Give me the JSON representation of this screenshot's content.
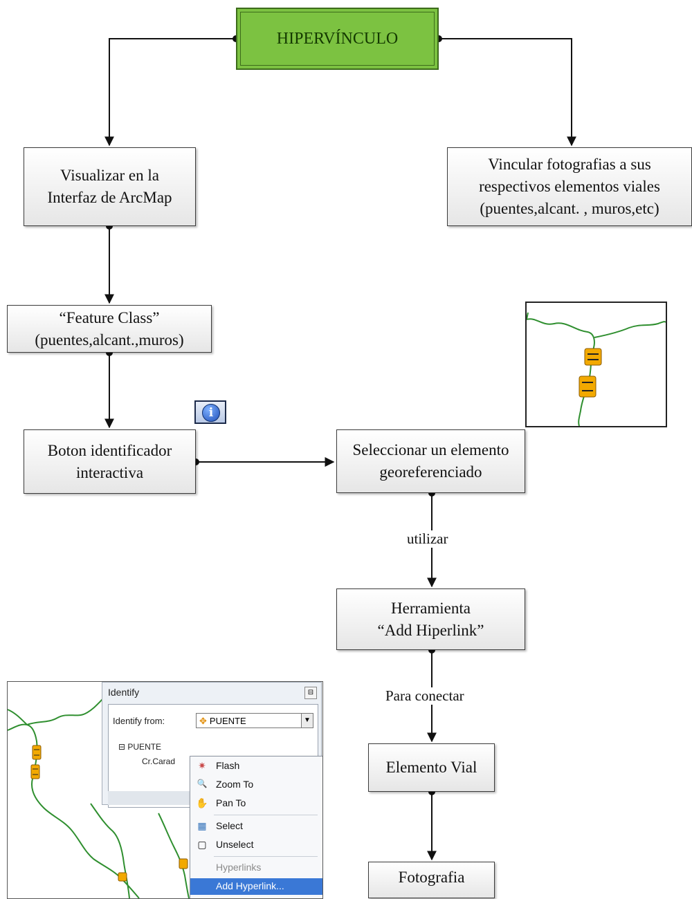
{
  "nodes": {
    "root": "HIPERVÍNCULO",
    "visualize": "Visualizar en la\nInterfaz de ArcMap",
    "link_photos": "Vincular fotografias a sus\nrespectivos elementos viales\n(puentes,alcant. , muros,etc)",
    "feature_class": "“Feature Class”\n(puentes,alcant.,muros)",
    "identify_button": "Boton identificador\ninteractiva",
    "select_element": "Seleccionar un elemento\ngeoreferenciado",
    "add_hyperlink_tool": "Herramienta\n“Add Hiperlink”",
    "road_element": "Elemento Vial",
    "photo": "Fotografia"
  },
  "edge_labels": {
    "use": "utilizar",
    "connect": "Para conectar"
  },
  "info_icon": {
    "name": "info-icon",
    "glyph": "i"
  },
  "identify_window": {
    "title": "Identify",
    "pin_glyph": "⊟",
    "from_label": "Identify from:",
    "from_value": "PUENTE",
    "layer_glyph": "✥",
    "dropdown_glyph": "▼",
    "tree_root": "⊟ PUENTE",
    "tree_child": "Cr.Carad"
  },
  "context_menu": {
    "flash": {
      "label": "Flash",
      "glyph": "✷"
    },
    "zoom_to": {
      "label": "Zoom To",
      "glyph": "🔍"
    },
    "pan_to": {
      "label": "Pan To",
      "glyph": "✋"
    },
    "select": {
      "label": "Select",
      "glyph": "▦"
    },
    "unselect": {
      "label": "Unselect",
      "glyph": "▢"
    },
    "hyperlinks": {
      "label": "Hyperlinks"
    },
    "add_hyperlink": {
      "label": "Add Hyperlink..."
    }
  },
  "colors": {
    "root_fill": "#7cc241",
    "river": "#2f8f2f",
    "bridge": "#f2a900",
    "connector": "#111111",
    "menu_highlight": "#3a78d6"
  }
}
